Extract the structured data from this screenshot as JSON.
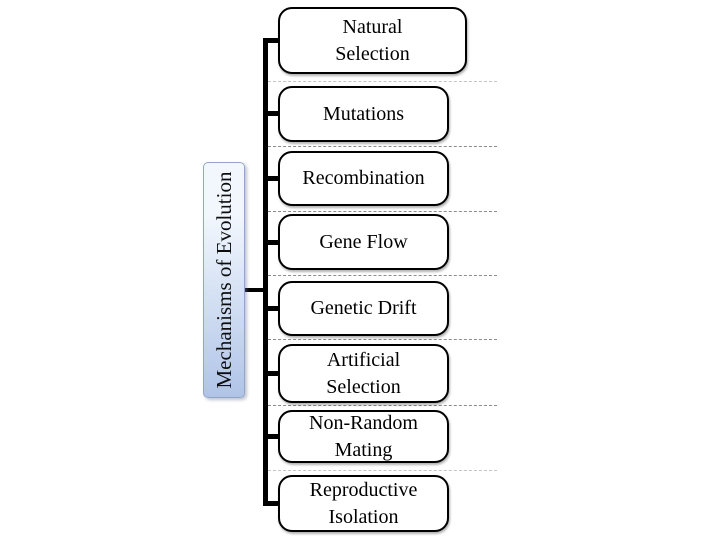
{
  "diagram": {
    "side_label": "Mechanisms of Evolution",
    "nodes": [
      {
        "label": "Natural\nSelection"
      },
      {
        "label": "Mutations"
      },
      {
        "label": "Recombination"
      },
      {
        "label": "Gene Flow"
      },
      {
        "label": "Genetic Drift"
      },
      {
        "label": "Artificial\nSelection"
      },
      {
        "label": "Non-Random\nMating"
      },
      {
        "label": "Reproductive\nIsolation"
      }
    ]
  },
  "colors": {
    "node-fill": "#ffffff",
    "node-border": "#000000",
    "connector": "#000000",
    "dash-line": "#8c8c8c",
    "dash-line-light": "#c4c4c4",
    "label-fill-top": "#f2f7fd",
    "label-fill-bottom": "#b0c4e7",
    "label-border": "#93a6c9"
  }
}
